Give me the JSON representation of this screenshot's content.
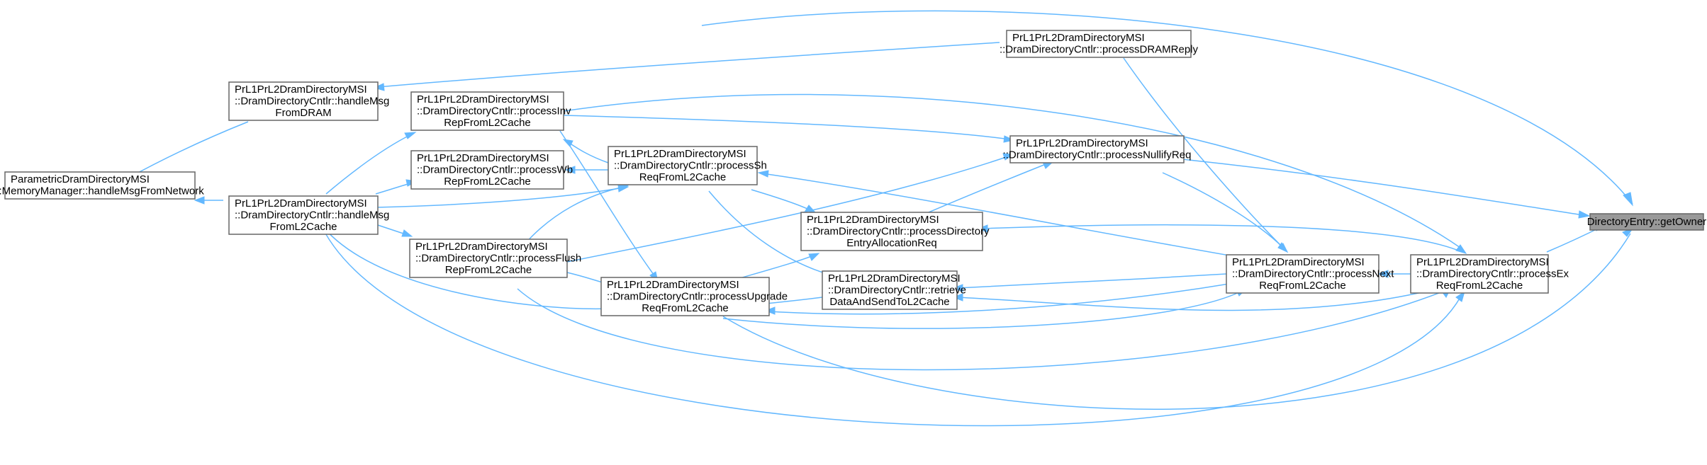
{
  "graph": {
    "edge_color": "#63b8ff",
    "node_border_color": "#666666",
    "highlight_fill": "#999999",
    "nodes": [
      {
        "id": "getOwner",
        "lines": [
          "DirectoryEntry::getOwner"
        ],
        "highlight": true
      },
      {
        "id": "processExReq",
        "lines": [
          "PrL1PrL2DramDirectoryMSI",
          "::DramDirectoryCntlr::processEx",
          "ReqFromL2Cache"
        ]
      },
      {
        "id": "processNextReq",
        "lines": [
          "PrL1PrL2DramDirectoryMSI",
          "::DramDirectoryCntlr::processNext",
          "ReqFromL2Cache"
        ]
      },
      {
        "id": "processDRAMReply",
        "lines": [
          "PrL1PrL2DramDirectoryMSI",
          "::DramDirectoryCntlr::processDRAMReply"
        ]
      },
      {
        "id": "processNullifyReq",
        "lines": [
          "PrL1PrL2DramDirectoryMSI",
          "::DramDirectoryCntlr::processNullifyReq"
        ]
      },
      {
        "id": "processDirEntryAlloc",
        "lines": [
          "PrL1PrL2DramDirectoryMSI",
          "::DramDirectoryCntlr::processDirectory",
          "EntryAllocationReq"
        ]
      },
      {
        "id": "retrieveData",
        "lines": [
          "PrL1PrL2DramDirectoryMSI",
          "::DramDirectoryCntlr::retrieve",
          "DataAndSendToL2Cache"
        ]
      },
      {
        "id": "processShReq",
        "lines": [
          "PrL1PrL2DramDirectoryMSI",
          "::DramDirectoryCntlr::processSh",
          "ReqFromL2Cache"
        ]
      },
      {
        "id": "processUpgradeReq",
        "lines": [
          "PrL1PrL2DramDirectoryMSI",
          "::DramDirectoryCntlr::processUpgrade",
          "ReqFromL2Cache"
        ]
      },
      {
        "id": "processInvRep",
        "lines": [
          "PrL1PrL2DramDirectoryMSI",
          "::DramDirectoryCntlr::processInv",
          "RepFromL2Cache"
        ]
      },
      {
        "id": "processWbRep",
        "lines": [
          "PrL1PrL2DramDirectoryMSI",
          "::DramDirectoryCntlr::processWb",
          "RepFromL2Cache"
        ]
      },
      {
        "id": "processFlushRep",
        "lines": [
          "PrL1PrL2DramDirectoryMSI",
          "::DramDirectoryCntlr::processFlush",
          "RepFromL2Cache"
        ]
      },
      {
        "id": "handleMsgFromDRAM",
        "lines": [
          "PrL1PrL2DramDirectoryMSI",
          "::DramDirectoryCntlr::handleMsg",
          "FromDRAM"
        ]
      },
      {
        "id": "handleMsgFromL2Cache",
        "lines": [
          "PrL1PrL2DramDirectoryMSI",
          "::DramDirectoryCntlr::handleMsg",
          "FromL2Cache"
        ]
      },
      {
        "id": "memoryManager",
        "lines": [
          "ParametricDramDirectoryMSI",
          "::MemoryManager::handleMsgFromNetwork"
        ]
      }
    ]
  }
}
